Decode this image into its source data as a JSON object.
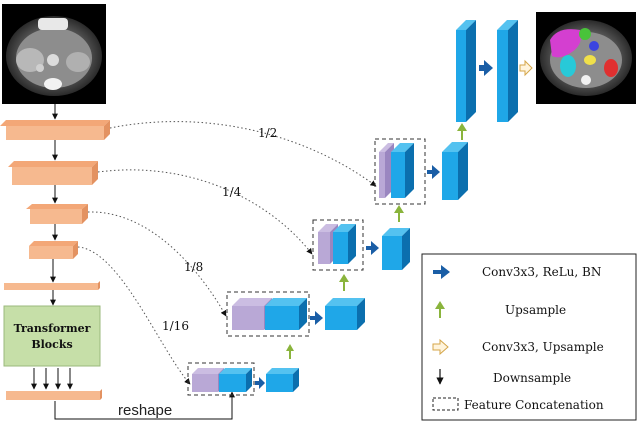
{
  "diagram": {
    "scale_labels": [
      "1/2",
      "1/4",
      "1/8",
      "1/16"
    ],
    "transformer_label_line1": "Transformer",
    "transformer_label_line2": "Blocks",
    "reshape_label": "reshape"
  },
  "legend": {
    "items": [
      {
        "label": "Conv3x3, ReLu, BN",
        "icon": "blue-arrow-icon"
      },
      {
        "label": "Upsample",
        "icon": "green-up-arrow-icon"
      },
      {
        "label": "Conv3x3, Upsample",
        "icon": "outline-arrow-icon"
      },
      {
        "label": "Downsample",
        "icon": "black-down-arrow-icon"
      },
      {
        "label": "Feature Concatenation",
        "icon": "dashed-box-icon"
      }
    ]
  },
  "colors": {
    "encoder": "#f6b98f",
    "decoder_blue": "#1fa7e8",
    "decoder_dark": "#0b6fae",
    "concat_purple": "#b9a8d6",
    "transformer_green": "#c6dfa8",
    "upsample_green": "#8ab43c"
  }
}
